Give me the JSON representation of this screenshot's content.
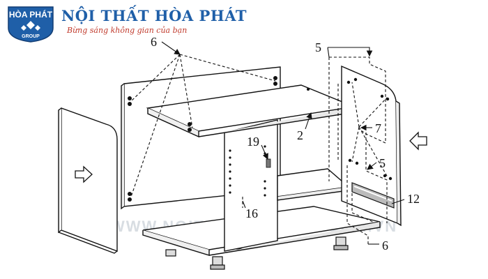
{
  "header": {
    "logo_line1": "HÒA PHÁT",
    "logo_line2": "GROUP",
    "brand_name": "NỘI THẤT HÒA PHÁT",
    "slogan": "Bừng sáng không gian của bạn"
  },
  "watermark": "WWW.NOITHATHOAPHAT.COM.VN",
  "callouts": {
    "top_left_6": "6",
    "top_right_5": "5",
    "part_2": "2",
    "part_7": "7",
    "part_5": "5",
    "part_19": "19",
    "part_16": "16",
    "part_12": "12",
    "bottom_6": "6"
  },
  "colors": {
    "brand_blue": "#1f5fa8",
    "slogan_red": "#c0392b",
    "line": "#111111",
    "panel_fill": "#ffffff"
  }
}
